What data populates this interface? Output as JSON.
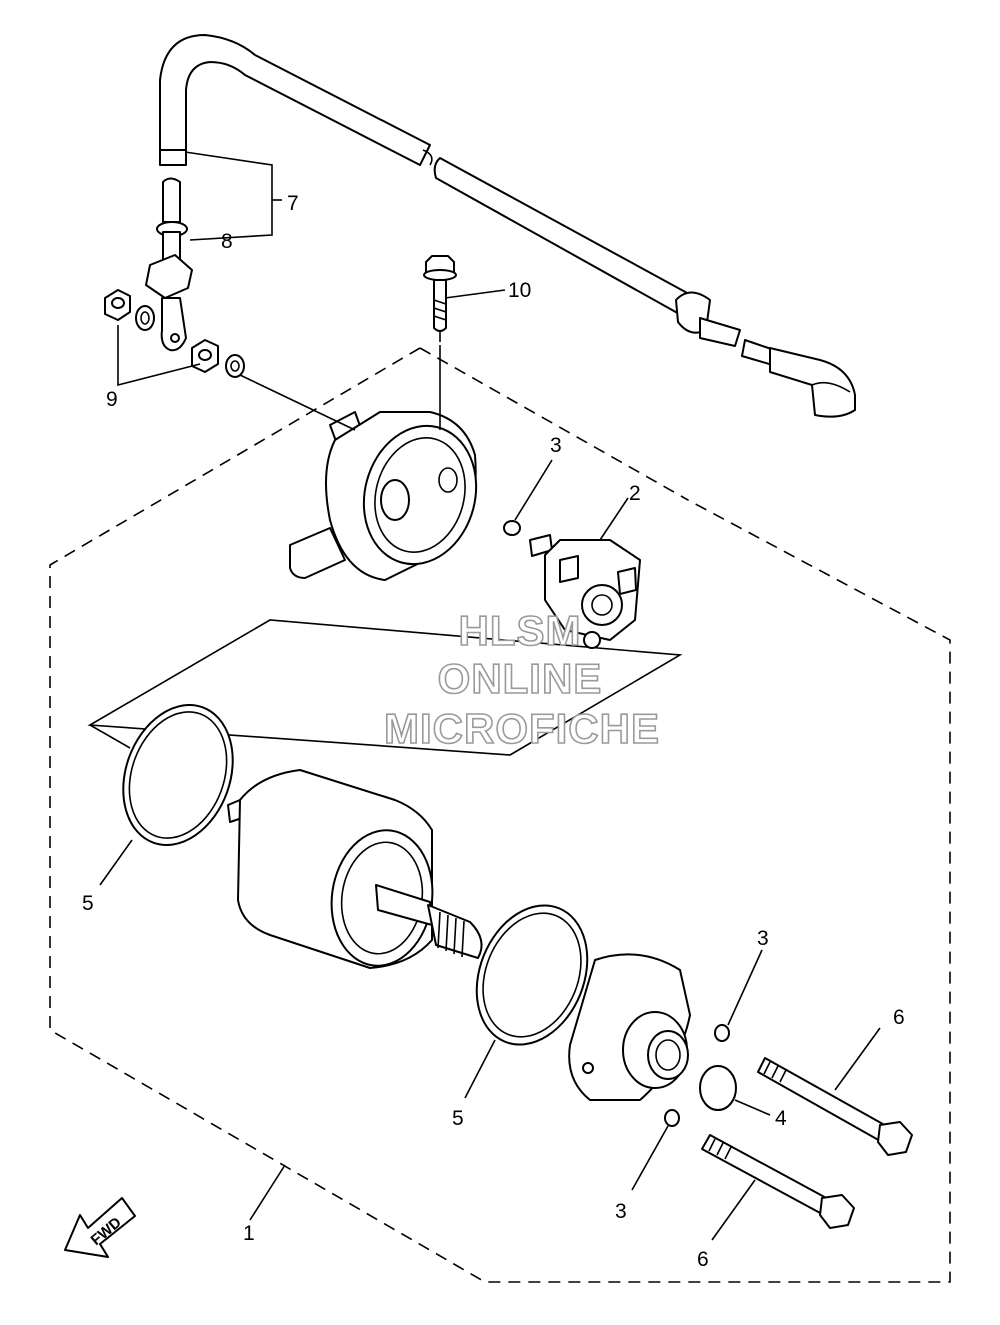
{
  "diagram": {
    "callouts": [
      {
        "id": "c1",
        "label": "1"
      },
      {
        "id": "c2",
        "label": "2"
      },
      {
        "id": "c3a",
        "label": "3"
      },
      {
        "id": "c3b",
        "label": "3"
      },
      {
        "id": "c3c",
        "label": "3"
      },
      {
        "id": "c4",
        "label": "4"
      },
      {
        "id": "c5a",
        "label": "5"
      },
      {
        "id": "c5b",
        "label": "5"
      },
      {
        "id": "c6a",
        "label": "6"
      },
      {
        "id": "c6b",
        "label": "6"
      },
      {
        "id": "c7",
        "label": "7"
      },
      {
        "id": "c8",
        "label": "8"
      },
      {
        "id": "c9",
        "label": "9"
      },
      {
        "id": "c10",
        "label": "10"
      }
    ],
    "direction_arrow": "FWD",
    "watermark": [
      "HLSM",
      "ONLINE",
      "MICROFICHE"
    ]
  }
}
